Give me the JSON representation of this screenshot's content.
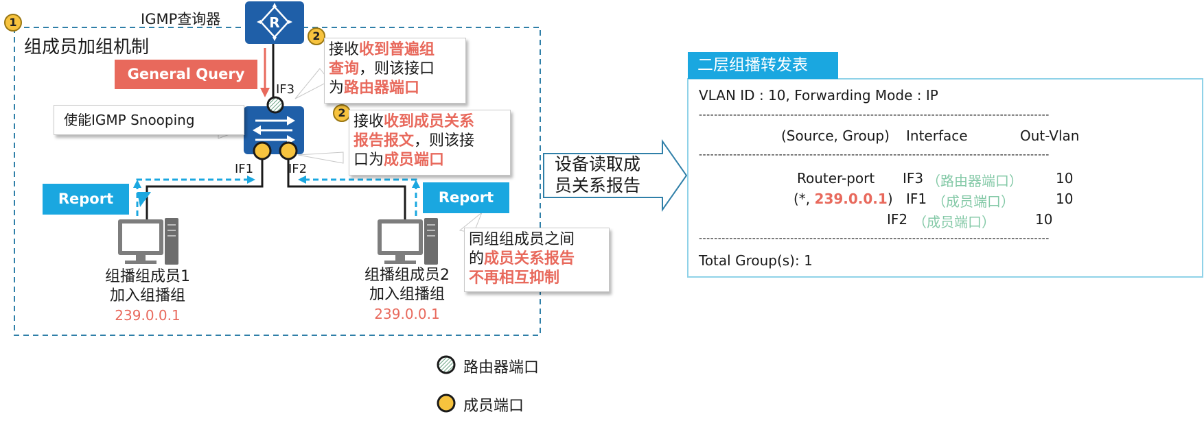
{
  "diagram": {
    "step1_number": "1",
    "step2_number": "2",
    "group_title": "组成员加组机制",
    "querier_label": "IGMP查询器",
    "router_icon_letter": "R",
    "general_query_label": "General Query",
    "snooping_label": "使能IGMP Snooping",
    "if3_label": "IF3",
    "if1_label": "IF1",
    "if2_label": "IF2",
    "report_label": "Report",
    "callout_router_port": {
      "prefix": "接收",
      "highlight1": "收到普遍组",
      "highlight2": "查询",
      "middle": "，则该接口",
      "line3_prefix": "为",
      "highlight3": "路由器端口"
    },
    "callout_member_port": {
      "prefix": "接收",
      "highlight1": "收到成员关系",
      "highlight2": "报告报文",
      "middle": "，则该接",
      "line3_prefix": "口为",
      "highlight3": "成员端口"
    },
    "callout_no_suppress": {
      "line1": "同组组成员之间",
      "line2_prefix": "的",
      "highlight1": "成员关系报告",
      "highlight2": "不再相互抑制"
    },
    "member1": {
      "line1": "组播组成员1",
      "line2": "加入组播组",
      "group": "239.0.0.1"
    },
    "member2": {
      "line1": "组播组成员2",
      "line2": "加入组播组",
      "group": "239.0.0.1"
    },
    "arrow_text_line1": "设备读取成",
    "arrow_text_line2": "员关系报告",
    "legend": {
      "router_port": "路由器端口",
      "member_port": "成员端口"
    },
    "colors": {
      "accent_blue": "#1aa7e0",
      "title_blue": "#1f5fa8",
      "highlight_red": "#e8695c",
      "gold": "#f7c33e",
      "green": "#84c9a7"
    }
  },
  "table": {
    "title": "二层组播转发表",
    "vlan_line": "VLAN ID : 10, Forwarding Mode : IP",
    "separator": "--------------------------------------------------------------------------------------------",
    "header_source_group": "(Source, Group)",
    "header_interface": "Interface",
    "header_outvlan": "Out-Vlan",
    "row1_source": "Router-port",
    "row1_if": "IF3",
    "row1_note": "（路由器端口）",
    "row1_vlan": "10",
    "row2_prefix": "(*, ",
    "row2_group": "239.0.0.1",
    "row2_suffix": ")",
    "row2_if": "IF1",
    "row2_note": "（成员端口）",
    "row2_vlan": "10",
    "row3_if": "IF2",
    "row3_note": "（成员端口）",
    "row3_vlan": "10",
    "total": "Total Group(s): 1"
  }
}
